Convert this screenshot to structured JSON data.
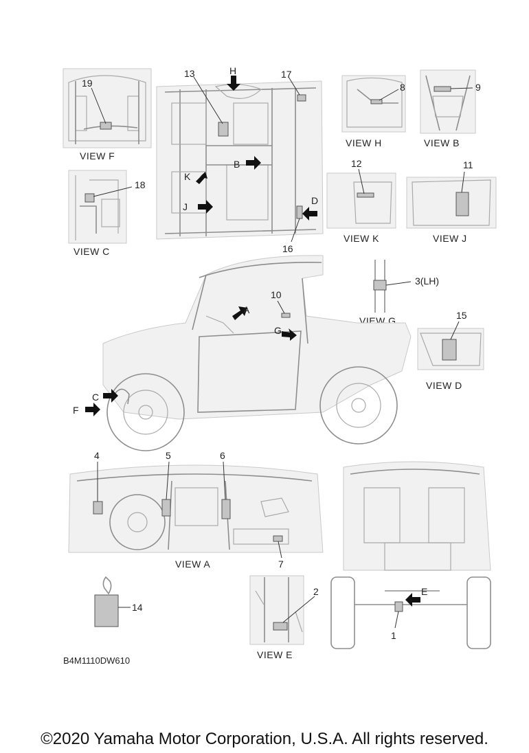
{
  "diagram": {
    "view_titles": {
      "f": "VIEW F",
      "c": "VIEW C",
      "h": "VIEW H",
      "b": "VIEW B",
      "k": "VIEW K",
      "j": "VIEW J",
      "g": "VIEW G",
      "d": "VIEW D",
      "a": "VIEW A",
      "e": "VIEW E"
    },
    "callouts": {
      "n1": "1",
      "n2": "2",
      "n3": "3(LH)",
      "n4": "4",
      "n5": "5",
      "n6": "6",
      "n7": "7",
      "n8": "8",
      "n9": "9",
      "n10": "10",
      "n11": "11",
      "n12": "12",
      "n13": "13",
      "n14": "14",
      "n15": "15",
      "n16": "16",
      "n17": "17",
      "n18": "18",
      "n19": "19"
    },
    "arrow_letters": {
      "a": "A",
      "b": "B",
      "c": "C",
      "d": "D",
      "e": "E",
      "f": "F",
      "g": "G",
      "h": "H",
      "j": "J",
      "k": "K"
    },
    "diagram_code": "B4M1110DW610"
  },
  "footer": {
    "copyright": "©2020 Yamaha Motor Corporation, U.S.A. All rights reserved."
  }
}
